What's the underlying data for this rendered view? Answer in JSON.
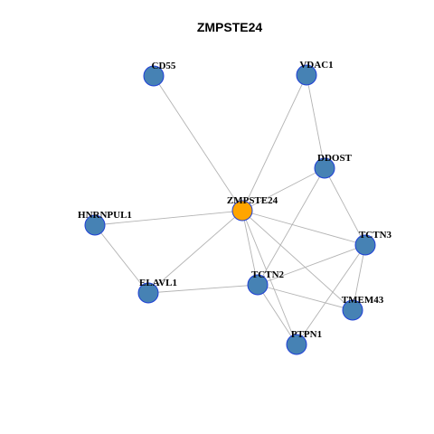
{
  "title": "ZMPSTE24",
  "colors": {
    "center_fill": "#FFA500",
    "node_fill": "#4682B4",
    "node_stroke": "#1E3FD6",
    "edge": "#B3B3B3"
  },
  "nodes": [
    {
      "id": "ZMPSTE24",
      "label": "ZMPSTE24",
      "center": true
    },
    {
      "id": "CD55",
      "label": "CD55"
    },
    {
      "id": "VDAC1",
      "label": "VDAC1"
    },
    {
      "id": "DDOST",
      "label": "DDOST"
    },
    {
      "id": "HNRNPUL1",
      "label": "HNRNPUL1"
    },
    {
      "id": "TCTN3",
      "label": "TCTN3"
    },
    {
      "id": "ELAVL1",
      "label": "ELAVL1"
    },
    {
      "id": "TCTN2",
      "label": "TCTN2"
    },
    {
      "id": "TMEM43",
      "label": "TMEM43"
    },
    {
      "id": "PTPN1",
      "label": "PTPN1"
    }
  ],
  "edges": [
    [
      "ZMPSTE24",
      "CD55"
    ],
    [
      "ZMPSTE24",
      "VDAC1"
    ],
    [
      "ZMPSTE24",
      "DDOST"
    ],
    [
      "ZMPSTE24",
      "HNRNPUL1"
    ],
    [
      "ZMPSTE24",
      "TCTN3"
    ],
    [
      "ZMPSTE24",
      "ELAVL1"
    ],
    [
      "ZMPSTE24",
      "TCTN2"
    ],
    [
      "ZMPSTE24",
      "TMEM43"
    ],
    [
      "ZMPSTE24",
      "PTPN1"
    ],
    [
      "VDAC1",
      "DDOST"
    ],
    [
      "DDOST",
      "TCTN3"
    ],
    [
      "DDOST",
      "TCTN2"
    ],
    [
      "HNRNPUL1",
      "ELAVL1"
    ],
    [
      "ELAVL1",
      "TCTN2"
    ],
    [
      "TCTN2",
      "TCTN3"
    ],
    [
      "TCTN2",
      "TMEM43"
    ],
    [
      "TCTN2",
      "PTPN1"
    ],
    [
      "TCTN3",
      "TMEM43"
    ],
    [
      "TCTN3",
      "PTPN1"
    ]
  ]
}
